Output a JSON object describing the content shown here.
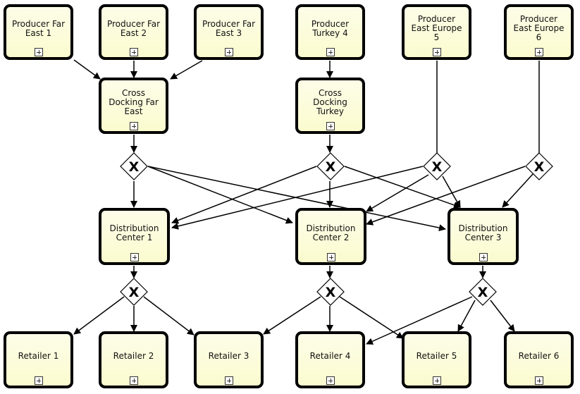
{
  "producers": [
    {
      "label": "Producer Far East 1"
    },
    {
      "label": "Producer Far East 2"
    },
    {
      "label": "Producer Far East 3"
    },
    {
      "label": "Producer Turkey 4"
    },
    {
      "label": "Producer East Europe 5"
    },
    {
      "label": "Producer East Europe 6"
    }
  ],
  "cross_docking": [
    {
      "label": "Cross Docking Far East"
    },
    {
      "label": "Cross Docking Turkey"
    }
  ],
  "distribution_centers": [
    {
      "label": "Distribution Center 1"
    },
    {
      "label": "Distribution Center 2"
    },
    {
      "label": "Distribution Center 3"
    }
  ],
  "retailers": [
    {
      "label": "Retailer 1"
    },
    {
      "label": "Retailer 2"
    },
    {
      "label": "Retailer 3"
    },
    {
      "label": "Retailer 4"
    },
    {
      "label": "Retailer 5"
    },
    {
      "label": "Retailer 6"
    }
  ],
  "gateway_symbol": "X",
  "gateway_icon": "exclusive-gateway-icon",
  "expander_icon": "expand-subprocess-icon",
  "colors": {
    "node_fill": "#fbfbcf",
    "node_border": "#000000",
    "gateway_fill": "#ffffff"
  }
}
